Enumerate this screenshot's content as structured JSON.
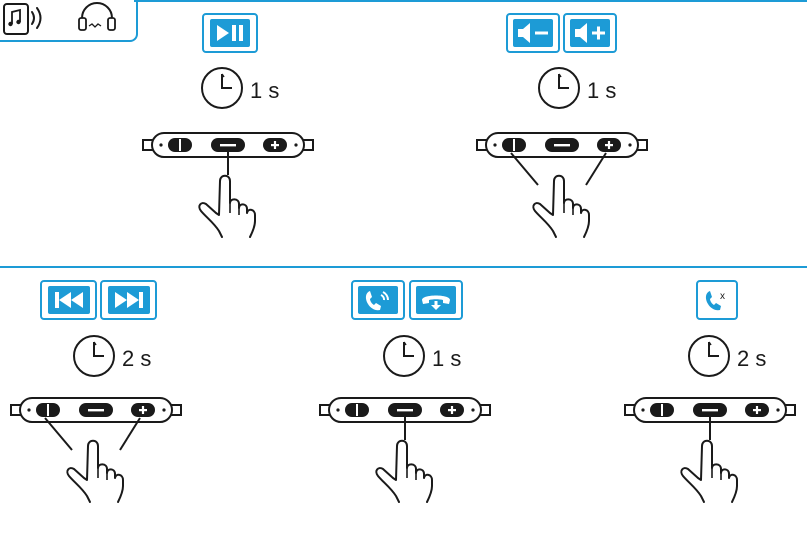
{
  "colors": {
    "accent": "#1d9bd6",
    "line": "#1a1a1a"
  },
  "header": {
    "icons": [
      "phone-music-icon",
      "headphones-icon"
    ]
  },
  "sections": [
    {
      "id": "play-pause",
      "icons": [
        "play-pause-icon"
      ],
      "duration": "1 s",
      "pressed": "middle"
    },
    {
      "id": "volume",
      "icons": [
        "volume-down-icon",
        "volume-up-icon"
      ],
      "duration": "1 s",
      "pressed": "left-right"
    },
    {
      "id": "track-skip",
      "icons": [
        "previous-track-icon",
        "next-track-icon"
      ],
      "duration": "2 s",
      "pressed": "left-right"
    },
    {
      "id": "call",
      "icons": [
        "answer-call-icon",
        "end-call-icon"
      ],
      "duration": "1 s",
      "pressed": "middle"
    },
    {
      "id": "reject",
      "icons": [
        "reject-call-icon"
      ],
      "duration": "2 s",
      "pressed": "middle"
    }
  ],
  "reject_mark": "x"
}
